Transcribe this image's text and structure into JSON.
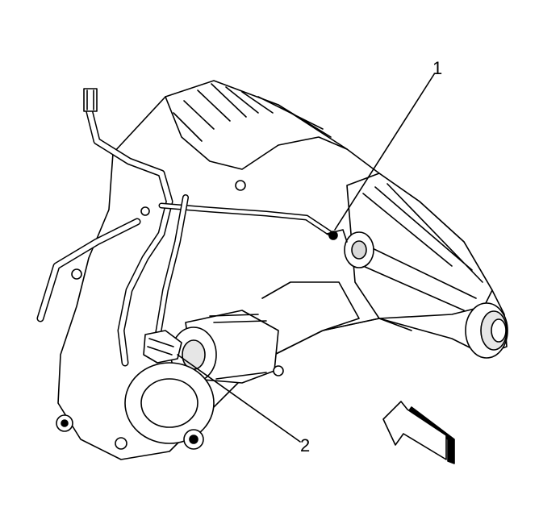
{
  "callouts": [
    {
      "id": "1",
      "label": "1"
    },
    {
      "id": "2",
      "label": "2"
    }
  ],
  "colors": {
    "line": "#000000",
    "background": "#ffffff",
    "shade": "#d9d9d9"
  },
  "icons": [
    "direction-arrow-icon"
  ]
}
